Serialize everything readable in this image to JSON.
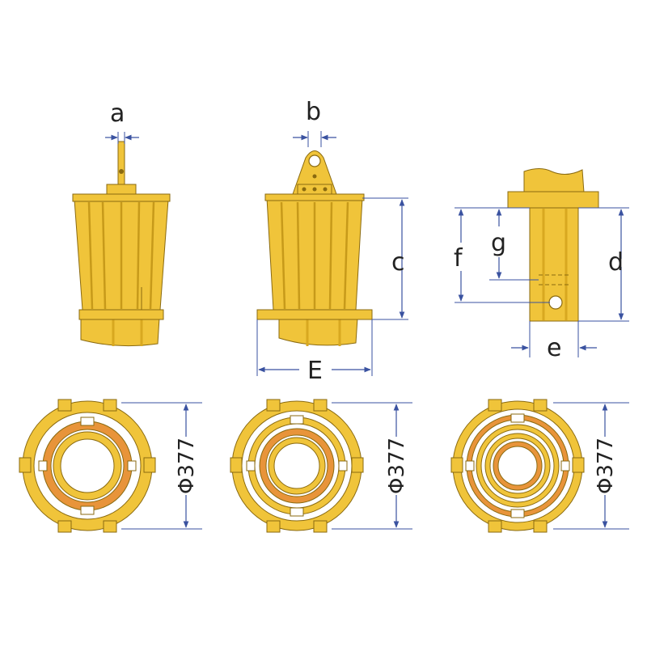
{
  "labels": {
    "a": "a",
    "b": "b",
    "c": "c",
    "d": "d",
    "e": "e",
    "f": "f",
    "g": "g",
    "E": "E"
  },
  "diameters": [
    "Φ377",
    "Φ377",
    "Φ377"
  ],
  "colors": {
    "body": "#f0c43a",
    "body_dark": "#d8a820",
    "body_light": "#f7d35c",
    "inner_ring": "#e8943a",
    "outline": "#8a6a10",
    "dimension": "#3a52a0"
  }
}
